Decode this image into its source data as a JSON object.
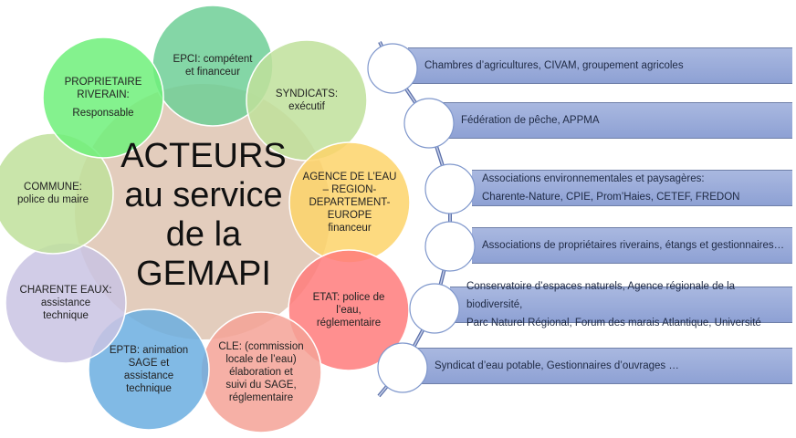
{
  "diagram": {
    "title_lines": [
      "ACTEURS",
      "au service",
      "de la",
      "GEMAPI"
    ],
    "center_color": "#e3cdbd",
    "actors": [
      {
        "id": "epci",
        "lines": [
          "EPCI: compétent",
          "et financeur"
        ],
        "color": "#6fcf97"
      },
      {
        "id": "syndicats",
        "lines": [
          "SYNDICATS:",
          "exécutif"
        ],
        "color": "#bfe19b"
      },
      {
        "id": "agence",
        "lines": [
          "AGENCE DE L’EAU",
          "– REGION-",
          "DEPARTEMENT-",
          "EUROPE",
          "financeur"
        ],
        "color": "#fdd36a"
      },
      {
        "id": "etat",
        "lines": [
          "ETAT: police de",
          "l’eau,",
          "réglementaire"
        ],
        "color": "#ff7b7b"
      },
      {
        "id": "cle",
        "lines": [
          "CLE: (commission",
          "locale de l’eau)",
          "élaboration et",
          "suivi du SAGE,",
          "réglementaire"
        ],
        "color": "#f5a296"
      },
      {
        "id": "eptb",
        "lines": [
          "EPTB: animation",
          "SAGE et",
          "assistance",
          "technique"
        ],
        "color": "#6baee0"
      },
      {
        "id": "charente-eaux",
        "lines": [
          "CHARENTE EAUX:",
          "assistance",
          "technique"
        ],
        "color": "#c9c3e3"
      },
      {
        "id": "commune",
        "lines": [
          "COMMUNE:",
          "police du maire"
        ],
        "color": "#bfe19b"
      },
      {
        "id": "proprietaire",
        "lines": [
          "PROPRIETAIRE",
          "RIVERAIN:",
          "Responsable"
        ],
        "color": "#6ef07a"
      }
    ],
    "partners": [
      {
        "lines": [
          "Chambres d’agricultures, CIVAM, groupement agricoles"
        ]
      },
      {
        "lines": [
          "Fédération de pêche, APPMA"
        ]
      },
      {
        "lines": [
          "Associations environnementales et paysagères:",
          "Charente-Nature, CPIE, Prom’Haies, CETEF, FREDON"
        ]
      },
      {
        "lines": [
          "Associations de propriétaires riverains, étangs et gestionnaires…"
        ]
      },
      {
        "lines": [
          "Conservatoire d’espaces naturels, Agence régionale de la biodiversité,",
          "Parc Naturel Régional, Forum des marais Atlantique, Université"
        ]
      },
      {
        "lines": [
          "Syndicat d’eau potable, Gestionnaires d’ouvrages …"
        ]
      }
    ],
    "bar_color": "#9aabd9",
    "node_border_color": "#7f97cc"
  }
}
